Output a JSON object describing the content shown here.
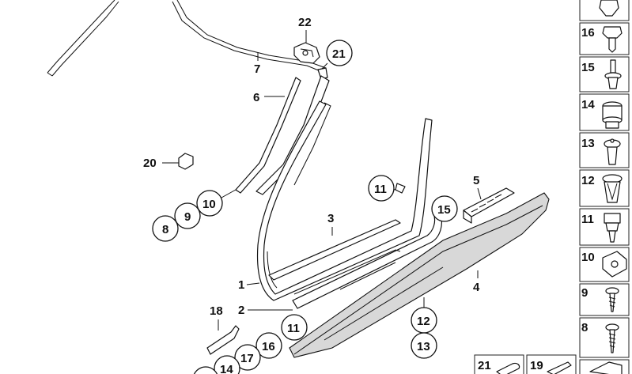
{
  "callouts": {
    "p22": "22",
    "p21": "21",
    "p7": "7",
    "p6": "6",
    "p20": "20",
    "p10": "10",
    "p9": "9",
    "p8": "8",
    "p11a": "11",
    "p3": "3",
    "p5": "5",
    "p15": "15",
    "p1": "1",
    "p4": "4",
    "p2": "2",
    "p18": "18",
    "p11b": "11",
    "p12": "12",
    "p13": "13",
    "p16": "16",
    "p17": "17",
    "p14": "14"
  },
  "side_column": {
    "items": [
      {
        "num": "16",
        "icon": "push-rivet-icon"
      },
      {
        "num": "15",
        "icon": "expanding-rivet-icon"
      },
      {
        "num": "14",
        "icon": "grommet-icon"
      },
      {
        "num": "13",
        "icon": "clip-icon"
      },
      {
        "num": "12",
        "icon": "spreader-clip-icon"
      },
      {
        "num": "11",
        "icon": "retainer-clip-icon"
      },
      {
        "num": "10",
        "icon": "sheet-nut-icon"
      },
      {
        "num": "9",
        "icon": "screw-icon"
      },
      {
        "num": "8",
        "icon": "screw-icon"
      }
    ]
  },
  "bottom_boxes": [
    {
      "num": "21",
      "icon": "cover-cap-icon"
    },
    {
      "num": "19",
      "icon": "seal-profile-icon"
    }
  ]
}
